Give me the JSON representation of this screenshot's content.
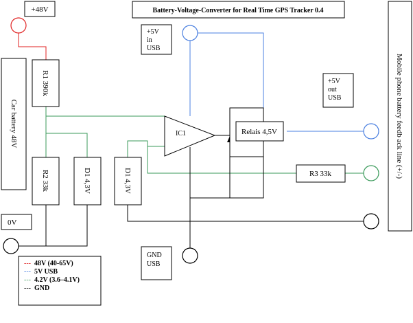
{
  "title": "Battery-Voltage-Converter for Real Time GPS Tracker 0.4",
  "colors": {
    "red": "#e02020",
    "blue": "#4a7fe0",
    "green": "#3a9a5a",
    "black": "#000000"
  },
  "labels": {
    "plus48v": "+48V",
    "car_battery": "Car battery 48V",
    "zero_v": "0V",
    "usb_in": [
      "+5V",
      "in",
      "USB"
    ],
    "usb_out": [
      "+5V",
      "out",
      "USB"
    ],
    "gnd_usb": [
      "GND",
      "USB"
    ],
    "mobile_feedback": "Mobile phone battery feedb ack line (+/-)"
  },
  "components": {
    "r1": "R1 390k",
    "r2": "R2 33k",
    "d1a": "D1 4,3V",
    "d1b": "D1 4,3V",
    "ic1": "IC1",
    "relais": "Relais 4,5V",
    "r3": "R3 33k"
  },
  "legend": [
    {
      "dash": "---",
      "text": "48V (40-65V)",
      "color": "#e02020"
    },
    {
      "dash": "---",
      "text": "5V USB",
      "color": "#4a7fe0"
    },
    {
      "dash": "---",
      "text": "4.2V (3.6–4.1V)",
      "color": "#3a9a5a"
    },
    {
      "dash": "---",
      "text": "GND",
      "color": "#000000"
    }
  ]
}
